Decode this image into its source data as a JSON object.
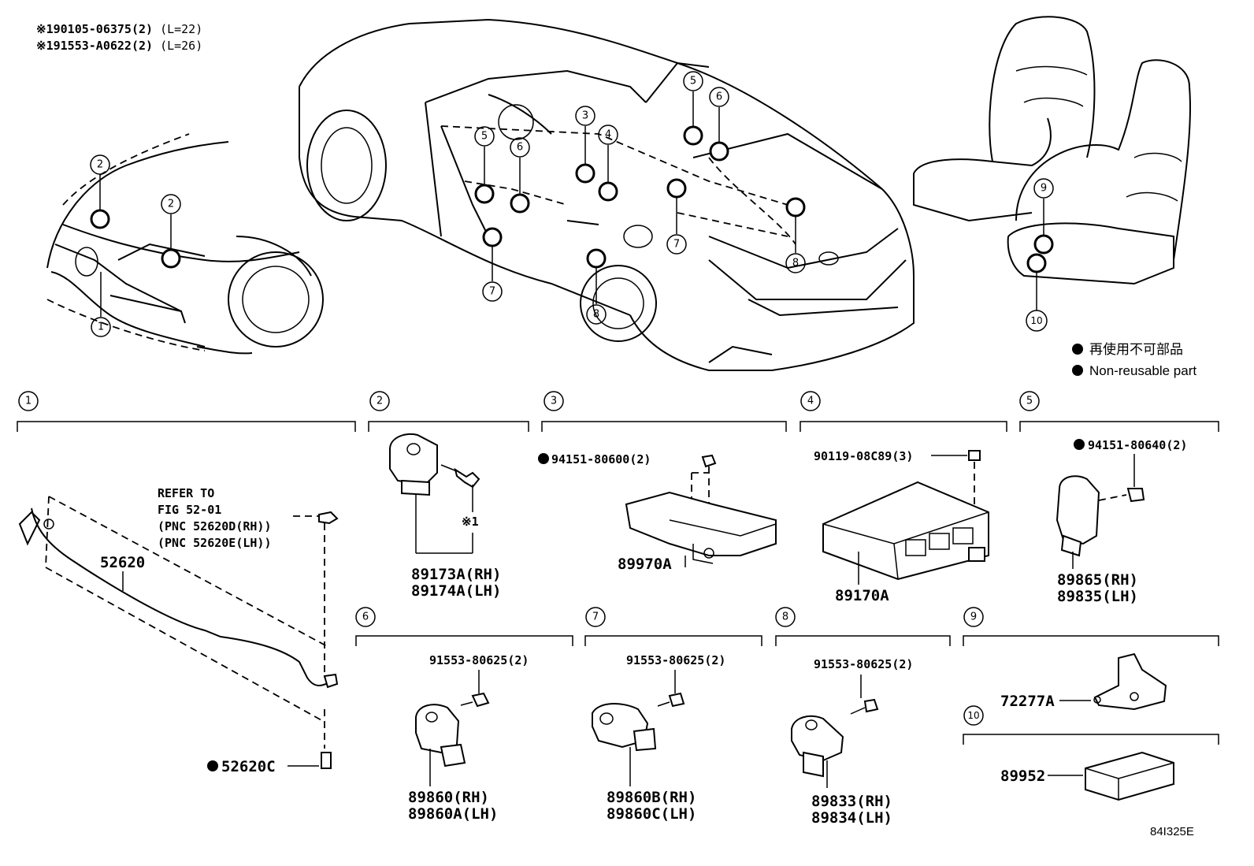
{
  "header_notes": [
    {
      "text": "※190105-06375(2)",
      "sub": "(L=22)"
    },
    {
      "text": "※191553-A0622(2)",
      "sub": "(L=26)"
    }
  ],
  "legend": {
    "jp": "再使用不可部品",
    "en": "Non-reusable part"
  },
  "callouts": [
    "1",
    "2",
    "3",
    "4",
    "5",
    "6",
    "7",
    "8",
    "9",
    "10"
  ],
  "sections": [
    {
      "num": "1",
      "parts": [
        "52620",
        "52620C"
      ],
      "refer": [
        "REFER TO",
        "FIG 52-01",
        "(PNC 52620D(RH))",
        "(PNC 52620E(LH))"
      ]
    },
    {
      "num": "2",
      "parts": [
        "89173A(RH)",
        "89174A(LH)"
      ],
      "note": "※1"
    },
    {
      "num": "3",
      "parts": [
        "89970A"
      ],
      "fastener": "94151-80600(2)"
    },
    {
      "num": "4",
      "parts": [
        "89170A"
      ],
      "fastener": "90119-08C89(3)"
    },
    {
      "num": "5",
      "parts": [
        "89865(RH)",
        "89835(LH)"
      ],
      "fastener": "94151-80640(2)"
    },
    {
      "num": "6",
      "parts": [
        "89860(RH)",
        "89860A(LH)"
      ],
      "fastener": "91553-80625(2)"
    },
    {
      "num": "7",
      "parts": [
        "89860B(RH)",
        "89860C(LH)"
      ],
      "fastener": "91553-80625(2)"
    },
    {
      "num": "8",
      "parts": [
        "89833(RH)",
        "89834(LH)"
      ],
      "fastener": "91553-80625(2)"
    },
    {
      "num": "9",
      "parts": [
        "72277A"
      ]
    },
    {
      "num": "10",
      "parts": [
        "89952"
      ]
    }
  ],
  "figure_id": "84I325E"
}
